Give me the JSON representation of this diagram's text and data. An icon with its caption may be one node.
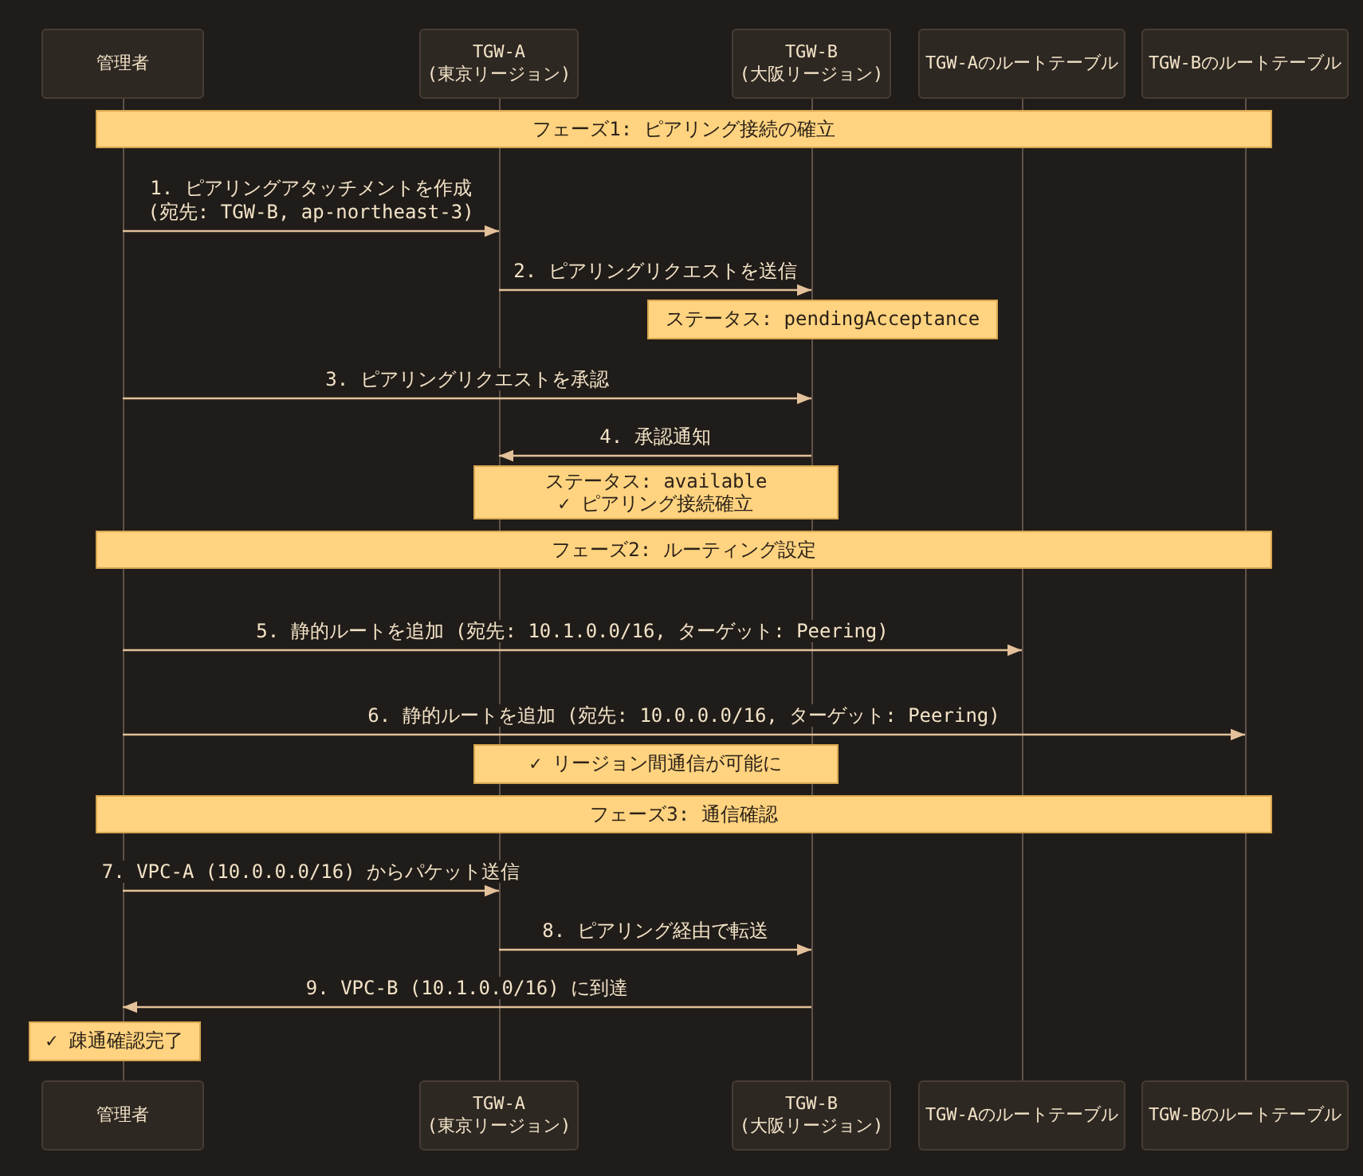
{
  "diagram": {
    "nodes": [
      {
        "text": [
          "管理者"
        ]
      },
      {
        "text": [
          "TGW-A (東京リージョン)"
        ]
      },
      {
        "text": [
          "TGW-B (大阪リージョン)"
        ]
      },
      {
        "text": [
          "TGW-Aのルートテーブル"
        ]
      },
      {
        "text": [
          "TGW-Bのルートテーブル"
        ]
      },
      {
        "text": [],
        "shape": "line"
      },
      {
        "text": [],
        "shape": "line"
      },
      {
        "text": [],
        "shape": "line"
      },
      {
        "text": [],
        "shape": "line"
      },
      {
        "text": [],
        "shape": "line"
      },
      {
        "text": [
          "フェーズ1: ピアリング接続の確立"
        ]
      },
      {
        "text": [
          "ステータス: pendingAcceptance"
        ]
      },
      {
        "text": [
          "ステータス: available",
          "✓ ピアリング接続確立"
        ]
      },
      {
        "text": [
          "フェーズ2: ルーティング設定"
        ]
      },
      {
        "text": [
          "✓ リージョン間通信が可能に"
        ]
      },
      {
        "text": [
          "フェーズ3: 通信確認"
        ]
      },
      {
        "text": [
          "✓ 疎通確認完了"
        ]
      },
      {
        "text": [
          "管理者"
        ]
      },
      {
        "text": [
          "TGW-A (東京リージョン)"
        ]
      },
      {
        "text": [
          "TGW-B (大阪リージョン)"
        ]
      },
      {
        "text": [
          "TGW-Aのルートテーブル"
        ]
      },
      {
        "text": [
          "TGW-Bのルートテーブル"
        ]
      }
    ],
    "edges": [
      {
        "from": 5,
        "to": 6,
        "arrow": "to",
        "label": "1. ピアリングアタッチメントを作成 (宛先: TGW-B, ap-northeast-3)"
      },
      {
        "from": 6,
        "to": 7,
        "arrow": "to",
        "label": "2. ピアリングリクエストを送信"
      },
      {
        "from": 5,
        "to": 7,
        "arrow": "to",
        "label": "3. ピアリングリクエストを承認"
      },
      {
        "from": 7,
        "to": 6,
        "arrow": "to",
        "label": "4. 承認通知"
      },
      {
        "from": 5,
        "to": 8,
        "arrow": "to",
        "label": "5. 静的ルートを追加 (宛先: 10.1.0.0/16, ターゲット: Peering)"
      },
      {
        "from": 5,
        "to": 9,
        "arrow": "to",
        "label": "6. 静的ルートを追加 (宛先: 10.0.0.0/16, ターゲット: Peering)"
      },
      {
        "from": 5,
        "to": 6,
        "arrow": "to",
        "label": "7. VPC-A (10.0.0.0/16) からパケット送信"
      },
      {
        "from": 6,
        "to": 7,
        "arrow": "to",
        "label": "8. ピアリング経由で転送"
      },
      {
        "from": 7,
        "to": 5,
        "arrow": "to",
        "label": "9. VPC-B (10.1.0.0/16) に到達"
      }
    ]
  }
}
